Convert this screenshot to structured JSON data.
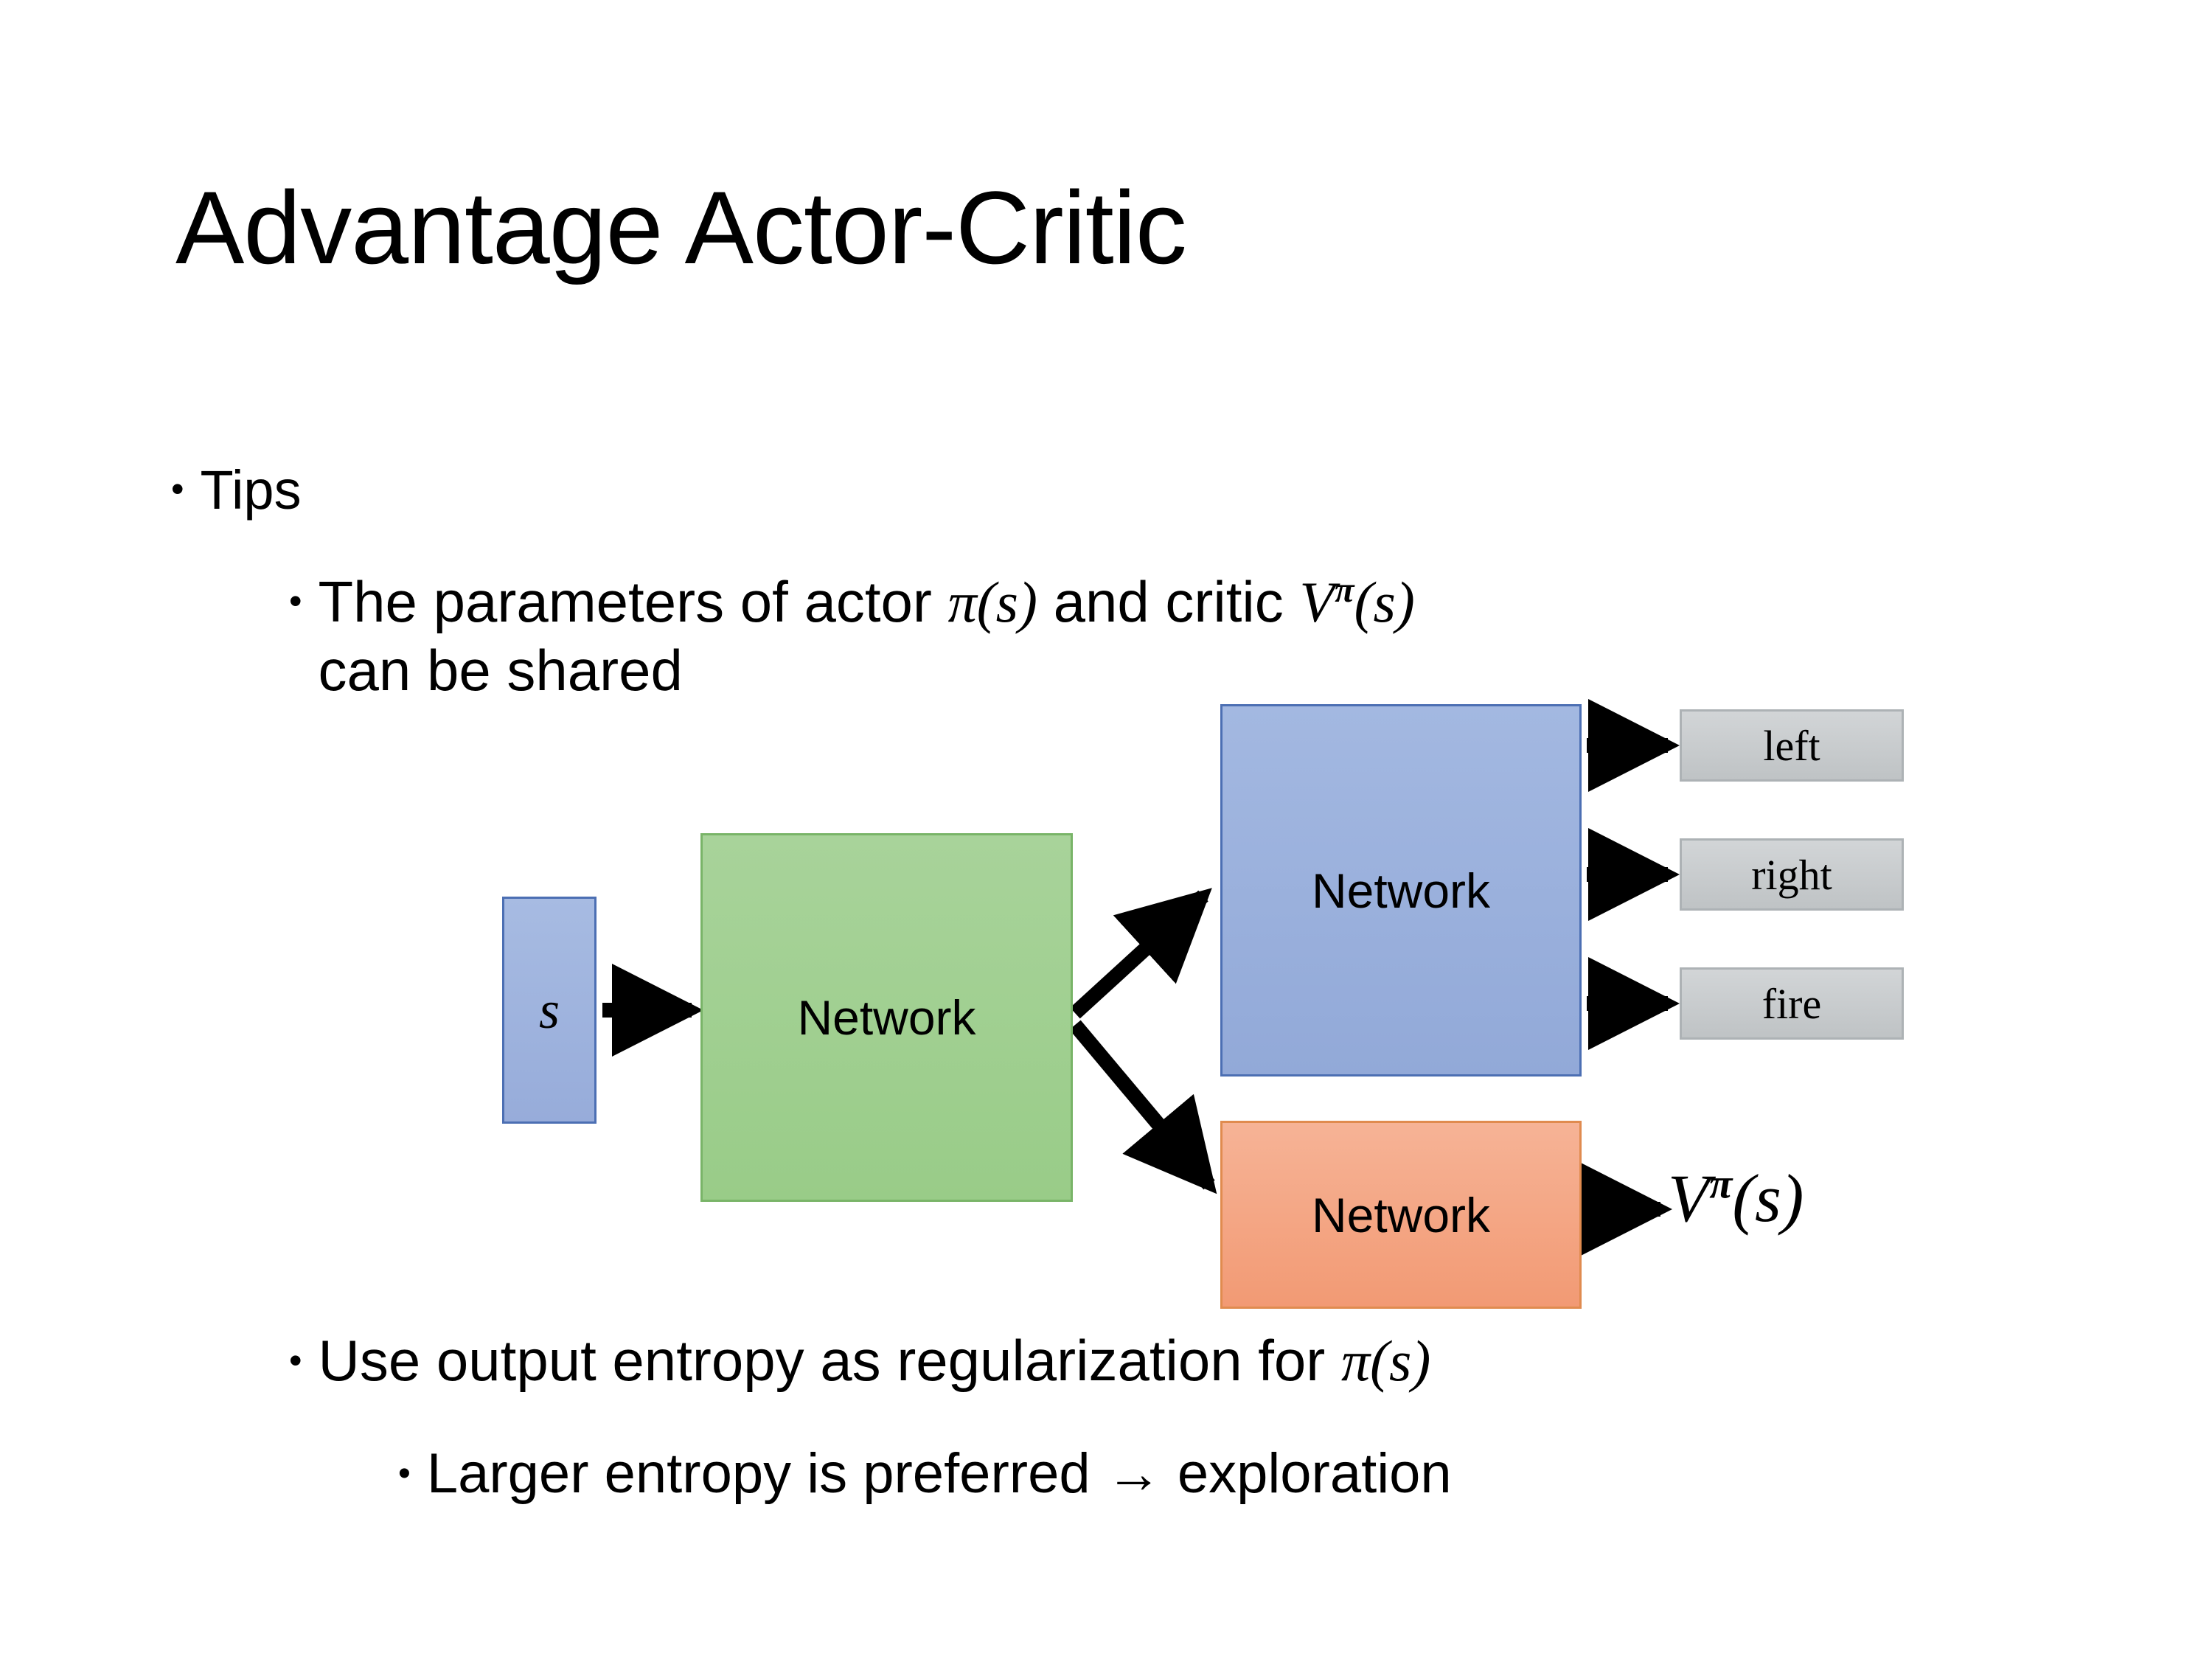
{
  "slide": {
    "title": "Advantage Actor-Critic",
    "background_color": "#FFFFFF"
  },
  "bullets": {
    "tips": {
      "marker": "•",
      "text": "Tips"
    },
    "shared": {
      "marker": "•",
      "text_part1": "The parameters of actor ",
      "math_pi_s": "π(s)",
      "text_part2": "  and critic ",
      "math_v": "V",
      "math_v_sup": "π",
      "math_v_arg": "(s)",
      "text_line2": "can be shared",
      "full_text": "The parameters of actor π(s)  and critic Vπ(s) can be shared"
    },
    "entropy": {
      "marker": "•",
      "text_part1": "Use output entropy as regularization for ",
      "math_pi_s": "π(s)",
      "full_text": "Use output entropy as regularization for π(s)"
    },
    "larger": {
      "marker": "•",
      "text": "Larger entropy is preferred → exploration"
    }
  },
  "diagram": {
    "state_box": {
      "label": "s",
      "fill": "#97ACDA",
      "border": "#4C6FB3"
    },
    "shared_network": {
      "label": "Network",
      "fill": "#99CC88",
      "border": "#79B468"
    },
    "actor_network": {
      "label": "Network",
      "fill": "#92A9D8",
      "border": "#4C6FB3"
    },
    "critic_network": {
      "label": "Network",
      "fill": "#F29A74",
      "border": "#E08B4F"
    },
    "action_outputs": [
      {
        "label": "left",
        "fill": "#C6C9CB",
        "border": "#ADB2B5"
      },
      {
        "label": "right",
        "fill": "#C6C9CB",
        "border": "#ADB2B5"
      },
      {
        "label": "fire",
        "fill": "#C6C9CB",
        "border": "#ADB2B5"
      }
    ],
    "value_output": {
      "symbol": "V",
      "superscript": "π",
      "argument": "(s)",
      "full": "Vπ(s)"
    },
    "arrow_color": "#000000"
  }
}
